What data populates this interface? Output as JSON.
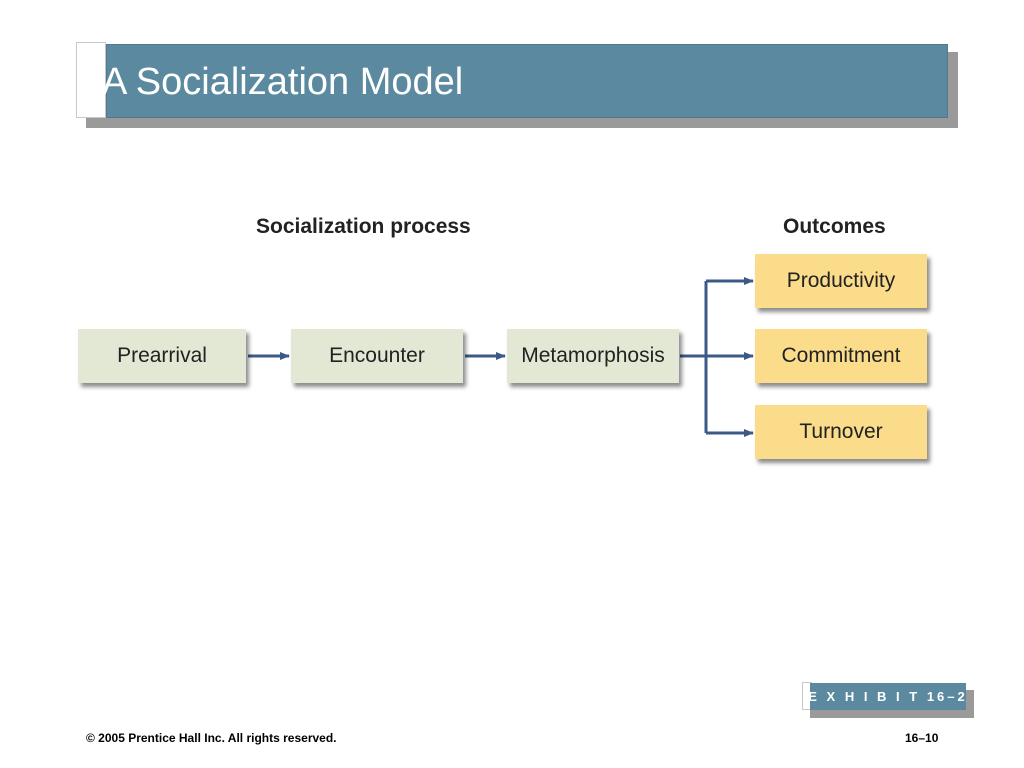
{
  "slide": {
    "title": "A Socialization Model",
    "exhibit": "E X H I B I T 16–2",
    "copyright": "© 2005 Prentice Hall Inc. All rights reserved.",
    "page_number": "16–10"
  },
  "diagram": {
    "process_heading": "Socialization process",
    "outcomes_heading": "Outcomes",
    "process_steps": [
      "Prearrival",
      "Encounter",
      "Metamorphosis"
    ],
    "outcomes": [
      "Productivity",
      "Commitment",
      "Turnover"
    ]
  },
  "colors": {
    "title_bar": "#5b8aa0",
    "process_box": "#e3e8d4",
    "outcome_box": "#fbdc8a",
    "arrow": "#3b5a86"
  }
}
